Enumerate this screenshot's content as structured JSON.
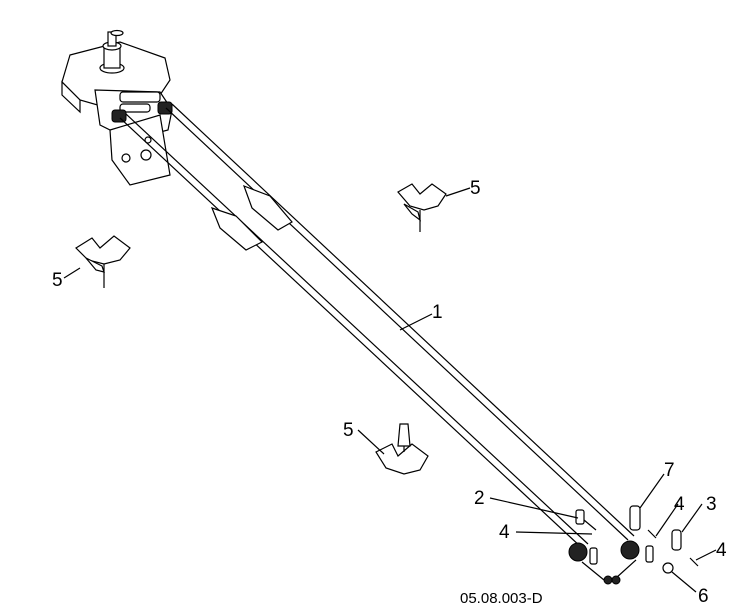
{
  "diagram": {
    "callouts": {
      "cable": "1",
      "pin_left": "2",
      "pin_right": "3",
      "clip_left": "4",
      "clip_mid": "4",
      "clip_right": "4",
      "bracket_top_right": "5",
      "bracket_left": "5",
      "bracket_bottom": "5",
      "washer": "6",
      "pin_tall": "7"
    },
    "drawing_code": "05.08.003-D"
  }
}
